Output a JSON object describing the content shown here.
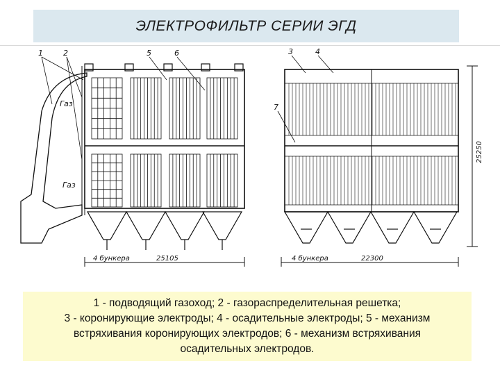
{
  "title": "ЭЛЕКТРОФИЛЬТР СЕРИИ ЭГД",
  "left_view": {
    "callouts": [
      "1",
      "2",
      "5",
      "6"
    ],
    "gas_labels": [
      "Газ",
      "Газ"
    ],
    "bunker_label": "4 бункера",
    "dimension": "25105"
  },
  "right_view": {
    "callouts": [
      "3",
      "4",
      "7"
    ],
    "bunker_label": "4 бункера",
    "width_dimension": "22300",
    "height_dimension": "25250"
  },
  "caption": {
    "lines": [
      "1 - подводящий газоход; 2 - газораспределительная решетка;",
      "3 - коронирующие электроды; 4 - осадительные электроды; 5 - механизм",
      "встряхивания коронирующих электродов; 6 - механизм встряхивания",
      "осадительных электродов."
    ]
  },
  "colors": {
    "title_bg": "#dbe8ef",
    "caption_bg": "#fdfbcf",
    "line": "#111111"
  }
}
